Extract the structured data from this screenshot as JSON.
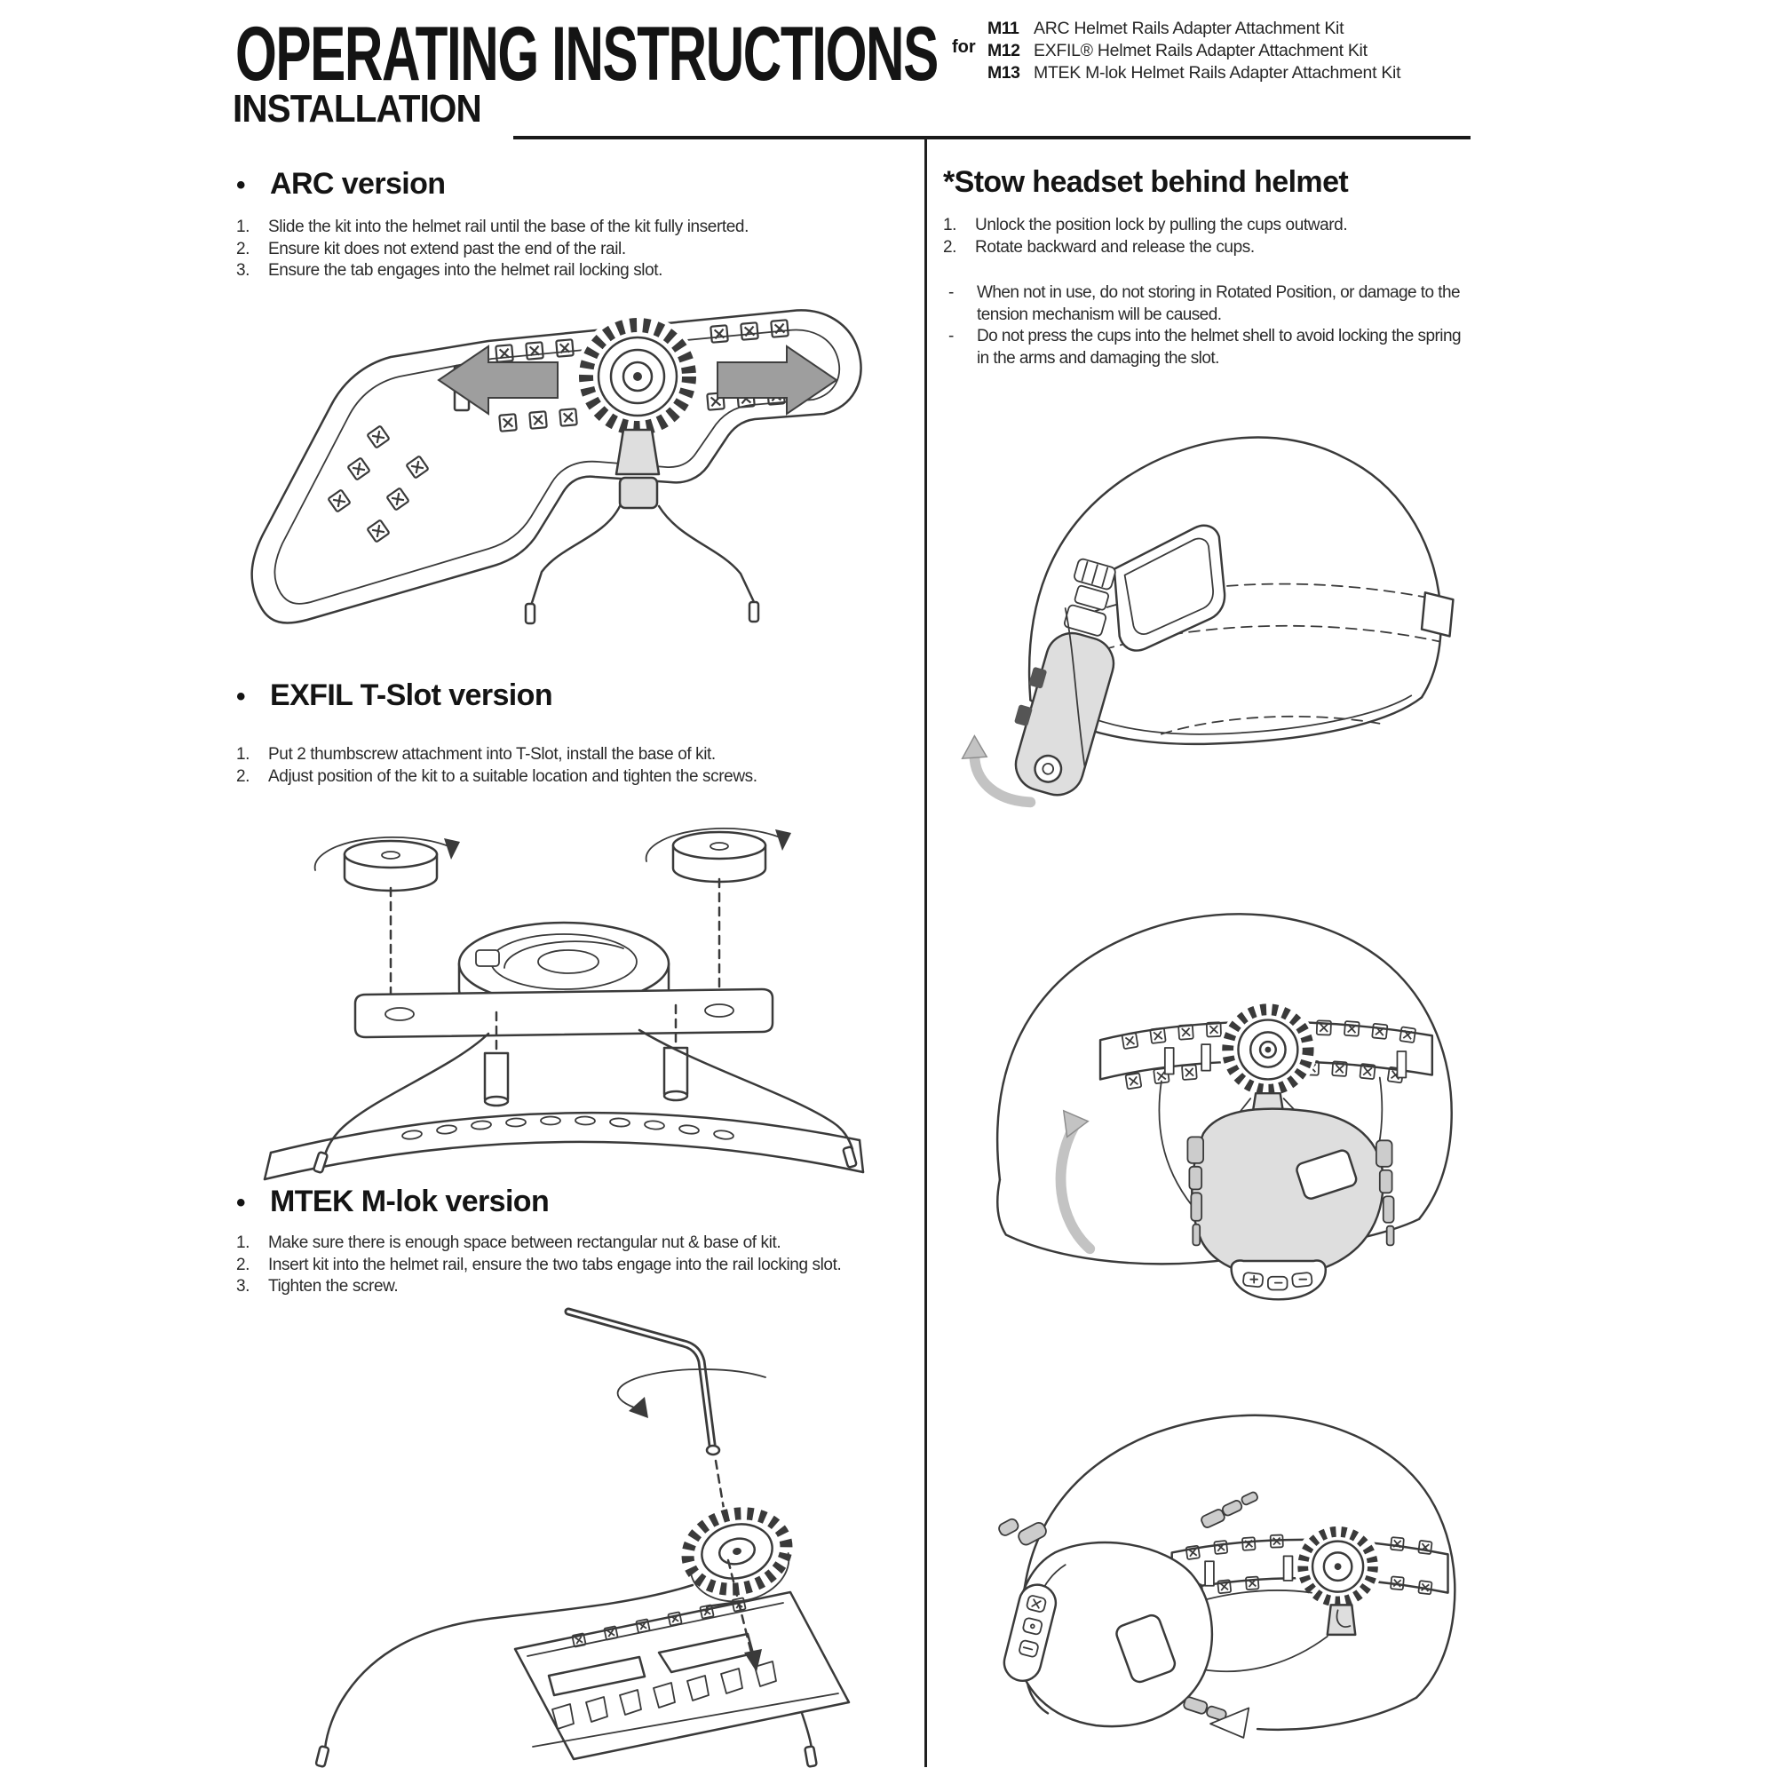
{
  "header": {
    "title": "OPERATING INSTRUCTIONS",
    "for_label": "for",
    "models": [
      {
        "code": "M11",
        "name": "ARC Helmet Rails Adapter Attachment Kit"
      },
      {
        "code": "M12",
        "name": "EXFIL® Helmet Rails Adapter Attachment Kit"
      },
      {
        "code": "M13",
        "name": "MTEK M-lok Helmet Rails Adapter Attachment Kit"
      }
    ]
  },
  "installation": {
    "section_title": "INSTALLATION",
    "left_sections": [
      {
        "bullet": "•",
        "title": "ARC version",
        "steps": [
          {
            "n": "1.",
            "text": "Slide the kit into the helmet rail until the base of the kit fully inserted."
          },
          {
            "n": "2.",
            "text": "Ensure kit does not extend past the end of the rail."
          },
          {
            "n": "3.",
            "text": "Ensure the tab engages into the helmet rail locking slot."
          }
        ]
      },
      {
        "bullet": "•",
        "title": "EXFIL T-Slot version",
        "steps": [
          {
            "n": "1.",
            "text": "Put 2 thumbscrew attachment into T-Slot, install the base of kit."
          },
          {
            "n": "2.",
            "text": "Adjust position of the kit to a suitable location and tighten the screws."
          }
        ]
      },
      {
        "bullet": "•",
        "title": "MTEK M-lok version",
        "steps": [
          {
            "n": "1.",
            "text": "Make sure there is enough space between rectangular nut & base of kit."
          },
          {
            "n": "2.",
            "text": "Insert kit into the helmet rail, ensure the two tabs engage into the rail locking slot."
          },
          {
            "n": "3.",
            "text": "Tighten the screw."
          }
        ]
      }
    ],
    "right_section": {
      "title": "*Stow headset behind  helmet",
      "steps": [
        {
          "n": "1.",
          "text": "Unlock the position lock by pulling the cups outward."
        },
        {
          "n": "2.",
          "text": "Rotate backward and release the cups."
        }
      ],
      "notes": [
        {
          "n": "-",
          "text": "When not in use, do not storing in Rotated Position, or damage to the tension mechanism will be caused."
        },
        {
          "n": "-",
          "text": "Do not press the cups into the helmet shell to avoid locking the spring in the arms and damaging the slot."
        }
      ]
    }
  },
  "figures": {
    "arc": "arc-rail-adapter-diagram",
    "exfil": "exfil-t-slot-exploded-diagram",
    "mtek": "mtek-m-lok-diagram",
    "helmet_stowed": "helmet-headset-stowed-behind-diagram",
    "helmet_rotate_up": "helmet-headset-rotate-up-diagram",
    "helmet_worn": "helmet-headset-attached-diagram"
  },
  "colors": {
    "ink": "#1a1a1a",
    "line": "#3a3a3a",
    "arrow_gray": "#9e9e9e",
    "fill_gray": "#dedede",
    "background": "#ffffff"
  }
}
